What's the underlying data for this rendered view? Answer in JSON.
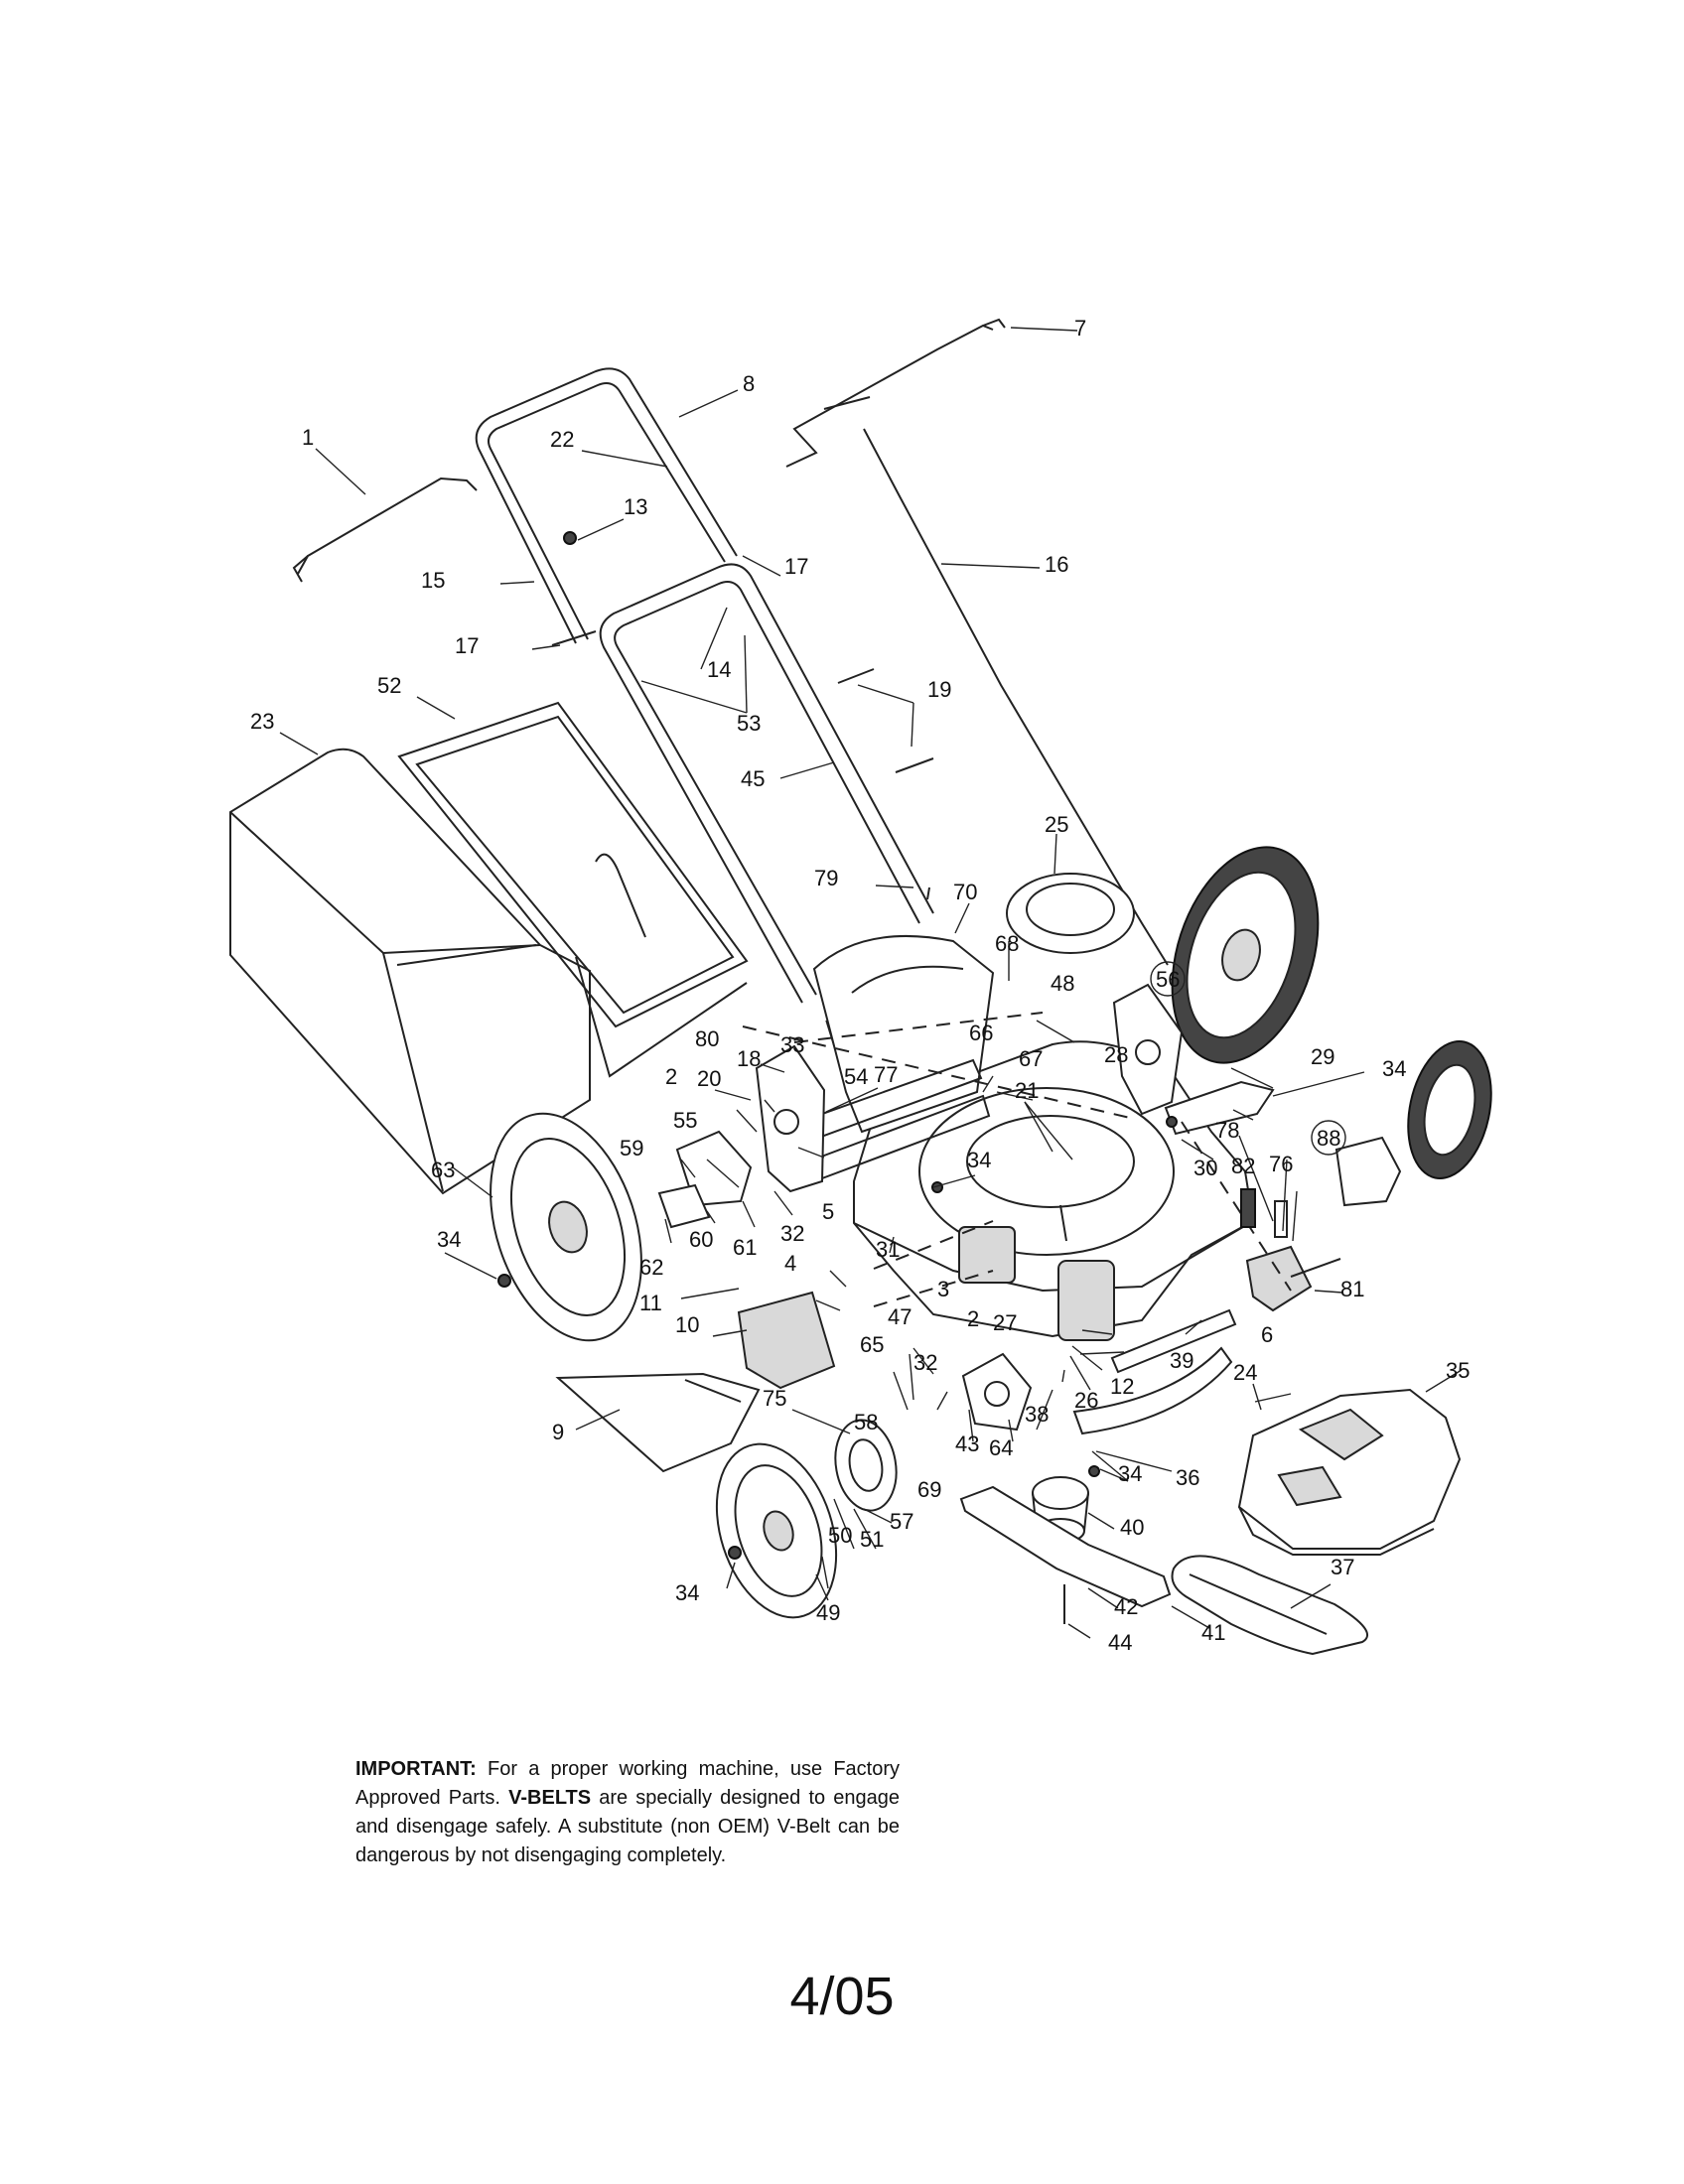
{
  "diagram": {
    "callouts": [
      {
        "id": "c1",
        "label": "1"
      },
      {
        "id": "c2",
        "label": "2"
      },
      {
        "id": "c2b",
        "label": "2"
      },
      {
        "id": "c3",
        "label": "3"
      },
      {
        "id": "c4",
        "label": "4"
      },
      {
        "id": "c5",
        "label": "5"
      },
      {
        "id": "c6",
        "label": "6"
      },
      {
        "id": "c7",
        "label": "7"
      },
      {
        "id": "c8",
        "label": "8"
      },
      {
        "id": "c9",
        "label": "9"
      },
      {
        "id": "c10",
        "label": "10"
      },
      {
        "id": "c11",
        "label": "11"
      },
      {
        "id": "c12",
        "label": "12"
      },
      {
        "id": "c13",
        "label": "13"
      },
      {
        "id": "c14",
        "label": "14"
      },
      {
        "id": "c15",
        "label": "15"
      },
      {
        "id": "c16",
        "label": "16"
      },
      {
        "id": "c17a",
        "label": "17"
      },
      {
        "id": "c17b",
        "label": "17"
      },
      {
        "id": "c18",
        "label": "18"
      },
      {
        "id": "c19",
        "label": "19"
      },
      {
        "id": "c20",
        "label": "20"
      },
      {
        "id": "c21",
        "label": "21"
      },
      {
        "id": "c22",
        "label": "22"
      },
      {
        "id": "c23",
        "label": "23"
      },
      {
        "id": "c24",
        "label": "24"
      },
      {
        "id": "c25",
        "label": "25"
      },
      {
        "id": "c26",
        "label": "26"
      },
      {
        "id": "c27",
        "label": "27"
      },
      {
        "id": "c28",
        "label": "28"
      },
      {
        "id": "c29",
        "label": "29"
      },
      {
        "id": "c30",
        "label": "30"
      },
      {
        "id": "c31",
        "label": "31"
      },
      {
        "id": "c32a",
        "label": "32"
      },
      {
        "id": "c32b",
        "label": "32"
      },
      {
        "id": "c33",
        "label": "33"
      },
      {
        "id": "c34a",
        "label": "34"
      },
      {
        "id": "c34b",
        "label": "34"
      },
      {
        "id": "c34c",
        "label": "34"
      },
      {
        "id": "c34d",
        "label": "34"
      },
      {
        "id": "c34e",
        "label": "34"
      },
      {
        "id": "c35",
        "label": "35"
      },
      {
        "id": "c36",
        "label": "36"
      },
      {
        "id": "c37",
        "label": "37"
      },
      {
        "id": "c38",
        "label": "38"
      },
      {
        "id": "c39",
        "label": "39"
      },
      {
        "id": "c40",
        "label": "40"
      },
      {
        "id": "c41",
        "label": "41"
      },
      {
        "id": "c42",
        "label": "42"
      },
      {
        "id": "c43",
        "label": "43"
      },
      {
        "id": "c44",
        "label": "44"
      },
      {
        "id": "c45",
        "label": "45"
      },
      {
        "id": "c47",
        "label": "47"
      },
      {
        "id": "c48",
        "label": "48"
      },
      {
        "id": "c49",
        "label": "49"
      },
      {
        "id": "c50",
        "label": "50"
      },
      {
        "id": "c51",
        "label": "51"
      },
      {
        "id": "c52",
        "label": "52"
      },
      {
        "id": "c53",
        "label": "53"
      },
      {
        "id": "c54",
        "label": "54"
      },
      {
        "id": "c55",
        "label": "55"
      },
      {
        "id": "c56",
        "label": "56"
      },
      {
        "id": "c57",
        "label": "57"
      },
      {
        "id": "c58",
        "label": "58"
      },
      {
        "id": "c59",
        "label": "59"
      },
      {
        "id": "c60",
        "label": "60"
      },
      {
        "id": "c61",
        "label": "61"
      },
      {
        "id": "c62",
        "label": "62"
      },
      {
        "id": "c63",
        "label": "63"
      },
      {
        "id": "c64",
        "label": "64"
      },
      {
        "id": "c65",
        "label": "65"
      },
      {
        "id": "c66",
        "label": "66"
      },
      {
        "id": "c67",
        "label": "67"
      },
      {
        "id": "c68",
        "label": "68"
      },
      {
        "id": "c69",
        "label": "69"
      },
      {
        "id": "c70",
        "label": "70"
      },
      {
        "id": "c75",
        "label": "75"
      },
      {
        "id": "c76",
        "label": "76"
      },
      {
        "id": "c77",
        "label": "77"
      },
      {
        "id": "c78",
        "label": "78"
      },
      {
        "id": "c79",
        "label": "79"
      },
      {
        "id": "c80",
        "label": "80"
      },
      {
        "id": "c81",
        "label": "81"
      },
      {
        "id": "c82",
        "label": "82"
      },
      {
        "id": "c88",
        "label": "88"
      }
    ]
  },
  "note": {
    "heading": "IMPORTANT:",
    "text_1": " For a proper working machine, use Factory Approved Parts. ",
    "emphasis": "V-BELTS",
    "text_2": " are specially designed to engage and disengage safely. A substitute (non OEM) V-Belt can be dangerous by not disengaging completely."
  },
  "page_number": "4/05"
}
